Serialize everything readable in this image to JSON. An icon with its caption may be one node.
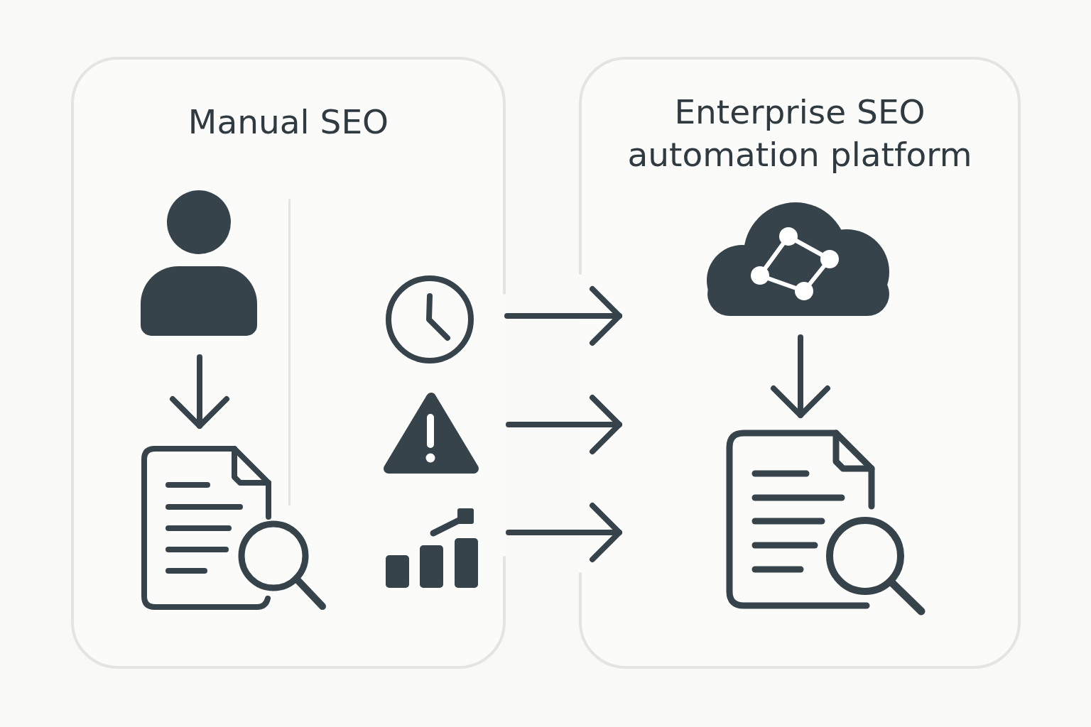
{
  "diagram": {
    "nodes": [
      {
        "text": [
          "Manual SEO"
        ]
      },
      {
        "text": [],
        "shape": "person",
        "in": 0
      },
      {
        "text": [],
        "shape": "picture",
        "in": 0
      },
      {
        "text": [],
        "shape": "picture",
        "in": 0
      },
      {
        "text": [],
        "shape": "picture",
        "in": 0
      },
      {
        "text": [],
        "shape": "picture",
        "in": 0
      },
      {
        "text": [
          "Enterprise SEO automation platform"
        ]
      },
      {
        "text": [],
        "shape": "cloud",
        "in": 6
      },
      {
        "text": [],
        "shape": "picture",
        "in": 6
      }
    ],
    "edges": [
      {
        "from": 1,
        "to": 2,
        "arrow": "to"
      },
      {
        "from": 3,
        "to": 6,
        "arrow": "to"
      },
      {
        "from": 4,
        "to": 6,
        "arrow": "to"
      },
      {
        "from": 5,
        "to": 6,
        "arrow": "to"
      },
      {
        "from": 7,
        "to": 8,
        "arrow": "to"
      }
    ]
  }
}
